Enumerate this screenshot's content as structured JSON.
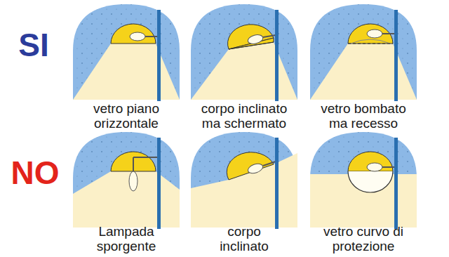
{
  "diagram": {
    "labels": [
      "SI",
      "NO",
      "vetro piano orizzontale",
      "corpo inclinato ma schermato",
      "vetro bombato ma recesso",
      "Lampada sporgente",
      "corpo inclinato",
      "vetro curvo di protezione"
    ]
  }
}
